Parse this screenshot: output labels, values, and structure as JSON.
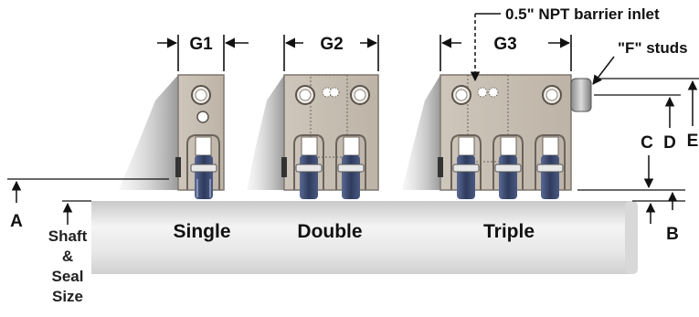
{
  "labels": {
    "g1": "G1",
    "g2": "G2",
    "g3": "G3",
    "barrier_inlet": "0.5\" NPT barrier inlet",
    "f_studs": "\"F\" studs",
    "dim_a": "A",
    "dim_b": "B",
    "dim_c": "C",
    "dim_d": "D",
    "dim_e": "E",
    "single": "Single",
    "double": "Double",
    "triple": "Triple"
  },
  "shaft_label_lines": [
    "Shaft",
    "&",
    "Seal",
    "Size"
  ],
  "colors": {
    "gland_body": "#c8bfb4",
    "gland_edge": "#7f776f",
    "shadow": "#b0b0b0",
    "shaft_light": "#f4f4f4",
    "shaft_dark": "#c9c9c9",
    "clamp_blue": "#3e4d74",
    "text": "#111111"
  }
}
